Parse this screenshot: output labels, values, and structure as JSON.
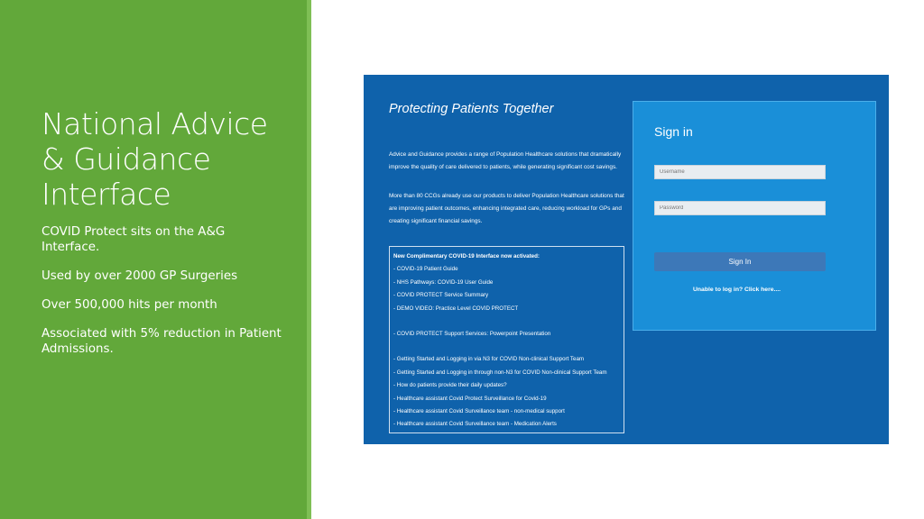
{
  "slide": {
    "title_lines": [
      "National Advice",
      "& Guidance",
      "Interface"
    ],
    "bullets": [
      "COVID Protect sits on the A&G Interface.",
      "Used by over 2000 GP Surgeries",
      "Over 500,000 hits per month",
      "Associated with 5% reduction in Patient Admissions."
    ]
  },
  "screenshot": {
    "heading": "Protecting Patients Together",
    "para1": "Advice and Guidance provides a range of Population Healthcare solutions that dramatically improve the quality of care delivered to patients, while generating significant cost savings.",
    "para2": "More than 80 CCGs already use our products to deliver Population Healthcare solutions that are improving patient outcomes, enhancing integrated care, reducing workload for GPs and creating significant financial savings.",
    "links_title": "New Complimentary COVID-19 Interface now activated:",
    "links_group1": [
      "- COVID-19 Patient Guide",
      "- NHS Pathways: COVID-19 User Guide",
      "- COVID PROTECT Service Summary",
      "- DEMO VIDEO: Practice Level COVID PROTECT"
    ],
    "links_group2": [
      "- COVID PROTECT Support Services: Powerpoint Presentation"
    ],
    "links_group3": [
      "- Getting Started and Logging in via N3 for COVID Non-clinical Support Team",
      "- Getting Started and Logging in through non-N3 for COVID Non-clinical Support Team",
      "- How do patients provide their daily updates?",
      "- Healthcare assistant Covid Protect Surveillance for Covid-19",
      "- Healthcare assistant Covid Surveillance team - non-medical support",
      "- Healthcare assistant Covid Surveillance team - Medication Alerts"
    ],
    "signin": {
      "title": "Sign in",
      "username_placeholder": "Username",
      "password_placeholder": "Password",
      "button_label": "Sign In",
      "help_link": "Unable to log in? Click here...."
    }
  },
  "colors": {
    "slide_green": "#62a83a",
    "screenshot_blue": "#0f62ab",
    "signin_panel": "#1a8fd8",
    "signin_button": "#3d78b8"
  }
}
